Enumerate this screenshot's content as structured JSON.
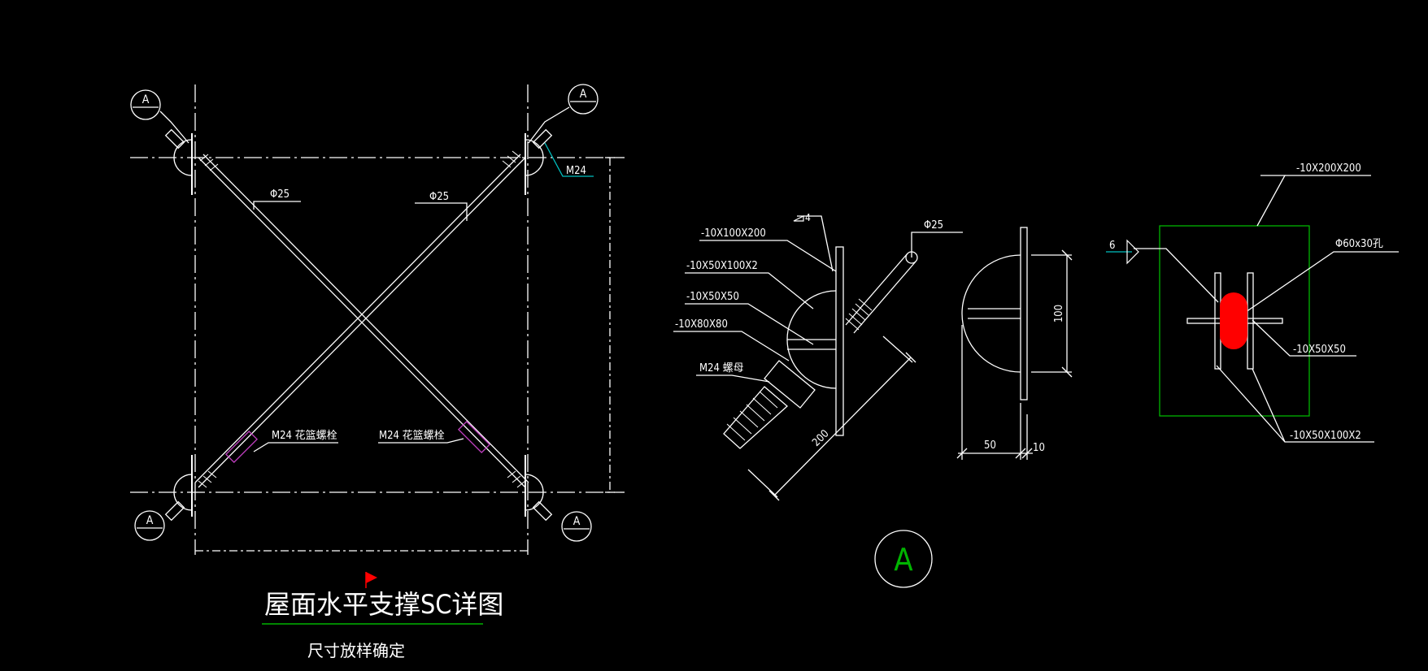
{
  "colors": {
    "background": "#000000",
    "line": "#ffffff",
    "leader": "#00c0c0",
    "green": "#00b400",
    "hole": "#ff0000",
    "magenta": "#c040c0"
  },
  "plan": {
    "title": "屋面水平支撑SC详图",
    "subtitle": "尺寸放样确定",
    "callout_letter": "A",
    "rod_left": "Φ25",
    "rod_right": "Φ25",
    "bolt_m24": "M24",
    "turnbuckle_left": "M24 花篮螺栓",
    "turnbuckle_right": "M24 花篮螺栓"
  },
  "detail_a": {
    "plate_1": "-10X100X200",
    "plate_2": "-10X50X100X2",
    "plate_3": "-10X50X50",
    "plate_4": "-10X80X80",
    "nut": "M24 螺母",
    "weld": "4",
    "rod": "Φ25",
    "dim_200": "200",
    "dim_100": "100",
    "dim_50": "50",
    "dim_10": "10",
    "label": "A"
  },
  "detail_b": {
    "plate_top": "-10X200X200",
    "hole": "Φ60x30孔",
    "weld": "6",
    "plate_side": "-10X50X50",
    "plate_bottom": "-10X50X100X2"
  }
}
